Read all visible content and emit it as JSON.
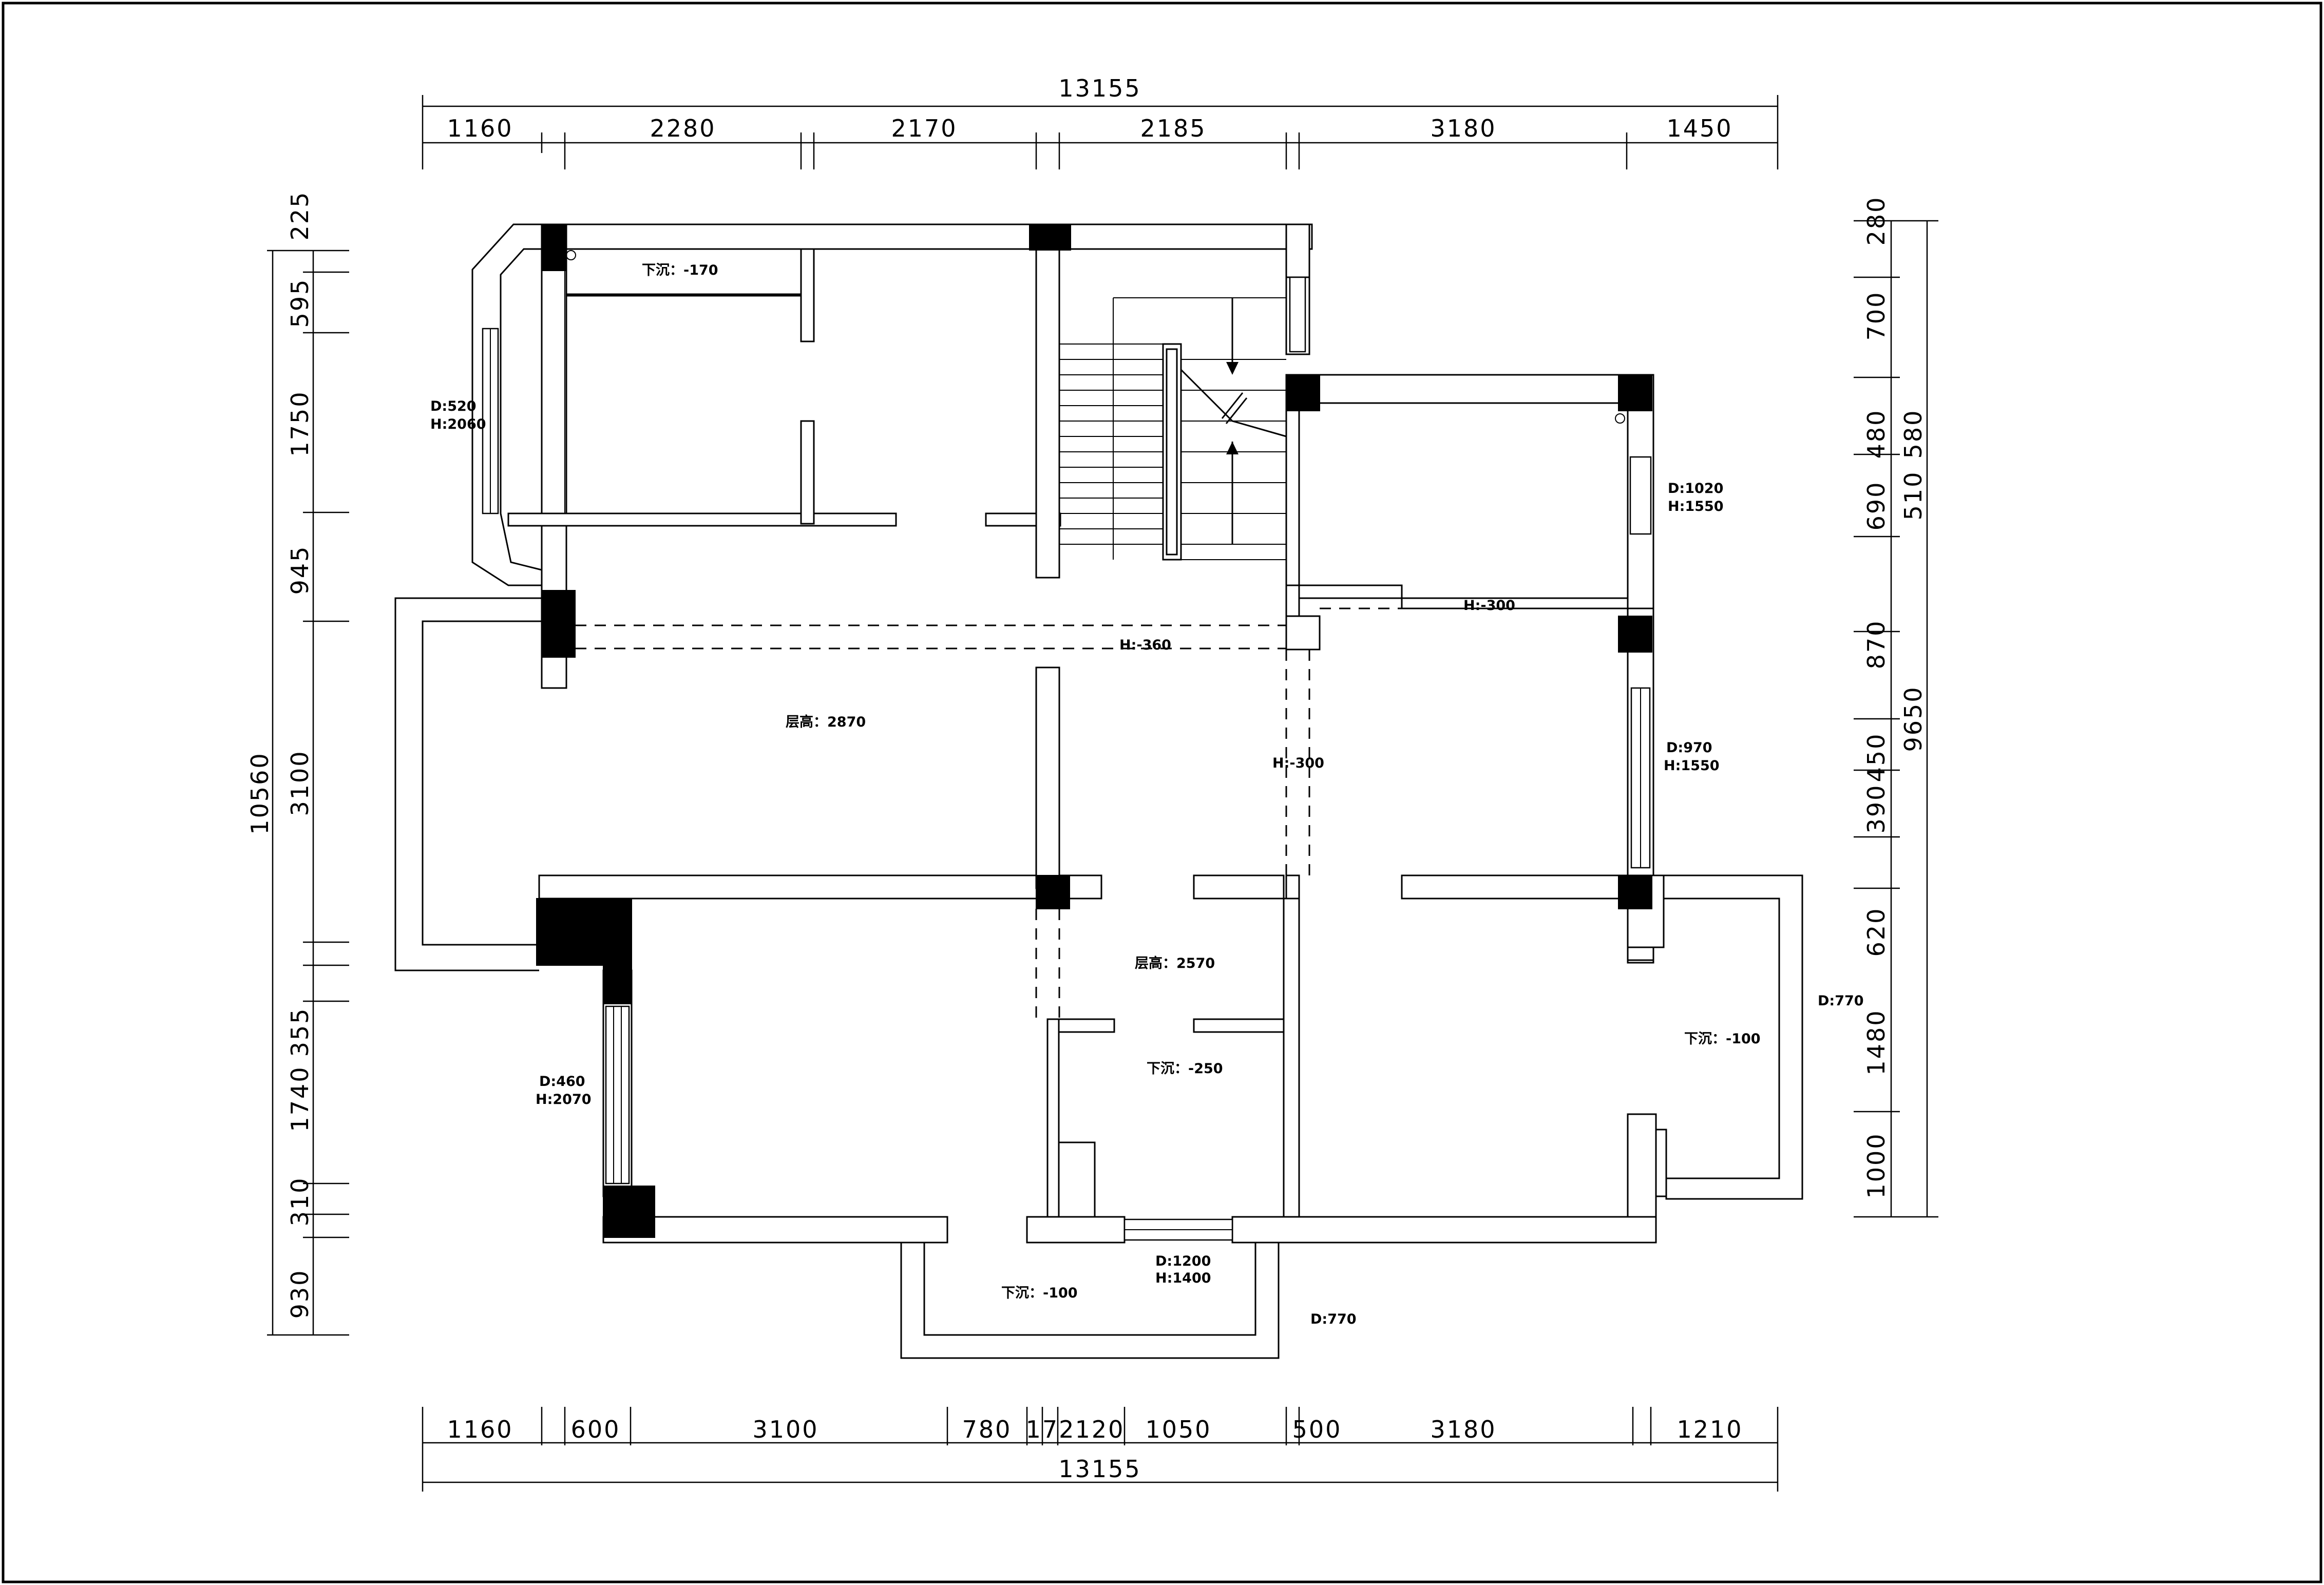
{
  "dimensions": {
    "top_total": "13155",
    "top": [
      "1160",
      "2280",
      "2170",
      "2185",
      "3180",
      "1450"
    ],
    "bottom_total": "13155",
    "bottom": [
      "1160",
      "600",
      "3100",
      "780",
      "172",
      "120",
      "1050",
      "500",
      "3180",
      "1210"
    ],
    "left_total": "10560",
    "left": [
      "225",
      "595",
      "1750",
      "945",
      "3100",
      "355",
      "1740",
      "310",
      "930"
    ],
    "right_total": "9650",
    "right_outer": [
      "280",
      "700",
      "480",
      "690",
      "870",
      "450",
      "390",
      "620",
      "1480",
      "1000"
    ],
    "right_inner": [
      "580",
      "510"
    ]
  },
  "notes": {
    "sink_top_left": "下沉：-170",
    "window_left_upper": [
      "D:520",
      "H:2060"
    ],
    "window_right_upper": [
      "D:1020",
      "H:1550"
    ],
    "beam_right_upper": "H:-300",
    "beam_middle": "H:-360",
    "ceiling_main": "层高：2870",
    "beam_vertical": "H:-300",
    "window_right_middle": [
      "D:970",
      "H:1550"
    ],
    "ceiling_middle": "层高：2570",
    "window_right_bay": "D:770",
    "sink_right_room": "下沉：-100",
    "window_left_lower": [
      "D:460",
      "H:2070"
    ],
    "sink_bathroom": "下沉：-250",
    "window_bottom": [
      "D:1200",
      "H:1400"
    ],
    "sink_balcony": "下沉：-100",
    "window_bottom_right": "D:770"
  }
}
